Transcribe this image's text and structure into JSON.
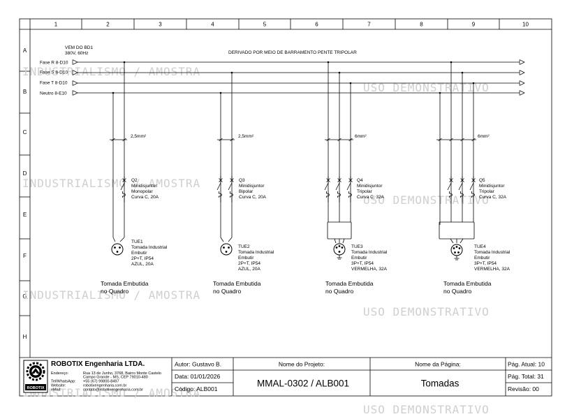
{
  "grid": {
    "columns": [
      "1",
      "2",
      "3",
      "4",
      "5",
      "6",
      "7",
      "8",
      "9",
      "10"
    ],
    "rows": [
      "A",
      "B",
      "C",
      "D",
      "E",
      "F",
      "G",
      "H"
    ]
  },
  "source": {
    "line1": "VEM DO BD1",
    "line2": "380V, 60Hz"
  },
  "busbar_note": "DERIVADO POR MEIO DE BARRAMENTO PENTE TRIPOLAR",
  "buses": [
    {
      "label": "Fase R  8-D10"
    },
    {
      "label": "Fase S  8-D10"
    },
    {
      "label": "Fase T  8-D10"
    },
    {
      "label": "Neutro  8-E10"
    }
  ],
  "circuits": [
    {
      "wire": "2,5mm²",
      "breaker": {
        "tag": "Q2",
        "type": "Minidisjuntor",
        "poles": "Monopolar",
        "curve": "Curva C, 20A"
      },
      "outlet": {
        "tag": "TUE1",
        "desc": "Tomada Industrial",
        "mount": "Embutir",
        "spec": "2P+T, IP54",
        "color": "AZUL, 20A"
      },
      "note1": "Tomada Embutida",
      "note2": "no Quadro"
    },
    {
      "wire": "2,5mm²",
      "breaker": {
        "tag": "Q3",
        "type": "Minidisjuntor",
        "poles": "Bipolar",
        "curve": "Curva C, 20A"
      },
      "outlet": {
        "tag": "TUE2",
        "desc": "Tomada Industrial",
        "mount": "Embutir",
        "spec": "2P+T, IP54",
        "color": "AZUL, 20A"
      },
      "note1": "Tomada Embutida",
      "note2": "no Quadro"
    },
    {
      "wire": "6mm²",
      "breaker": {
        "tag": "Q4",
        "type": "Minidisjuntor",
        "poles": "Tripolar",
        "curve": "Curva C, 32A"
      },
      "outlet": {
        "tag": "TUE3",
        "desc": "Tomada Industrial",
        "mount": "Embutir",
        "spec": "3P+T, IP54",
        "color": "VERMELHA, 32A"
      },
      "note1": "Tomada Embutida",
      "note2": "no Quadro"
    },
    {
      "wire": "6mm²",
      "breaker": {
        "tag": "Q5",
        "type": "Minidisjuntor",
        "poles": "Tripolar",
        "curve": "Curva C, 32A"
      },
      "outlet": {
        "tag": "TUE4",
        "desc": "Tomada Industrial",
        "mount": "Embutir",
        "spec": "3P+T, IP54",
        "color": "VERMELHA, 32A"
      },
      "note1": "Tomada Embutida",
      "note2": "no Quadro"
    }
  ],
  "watermarks": {
    "a": "INDUSTRIALISMO / AMOSTRA",
    "b": "USO DEMONSTRATIVO"
  },
  "title_block": {
    "company": "ROBOTIX Engenharia LTDA.",
    "logo_text": "ROBOTIX",
    "info_labels": [
      "Endereço:",
      "",
      "Tel/WhatsApp:",
      "Website:",
      "eMail:"
    ],
    "info_values": [
      "Rua 13 de Junho, 3768, Bairro Monte Castelo",
      "Campo Grande - MS, CEP 79010-480",
      "+55 (67) 99800-8497",
      "robotixengenharia.com.br",
      "contato@robotixengenharia.com.br"
    ],
    "author": "Autor: Gustavo B.",
    "date": "Data: 01/01/2026",
    "code": "Código: ALB001",
    "project_label": "Nome do Projeto:",
    "project_name": "MMAL-0302 / ALB001",
    "page_label": "Nome da Página:",
    "page_name": "Tomadas",
    "current_page": "Pág. Atual: 10",
    "total_pages": "Pág. Total: 31",
    "revision": "Revisão: 00"
  }
}
